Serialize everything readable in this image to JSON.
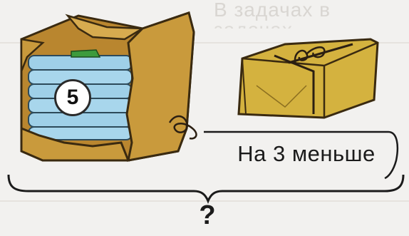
{
  "count_badge": "5",
  "comparison_label": "На 3 меньше",
  "question": "?",
  "background_text": {
    "line1": "В задачах в",
    "line2": "задачах"
  },
  "colors": {
    "background": "#f2f1ef",
    "paper_bag": "#c99a3c",
    "package": "#d4b23f",
    "book_blue": "#9fd0e8",
    "text": "#1b1b1b"
  }
}
